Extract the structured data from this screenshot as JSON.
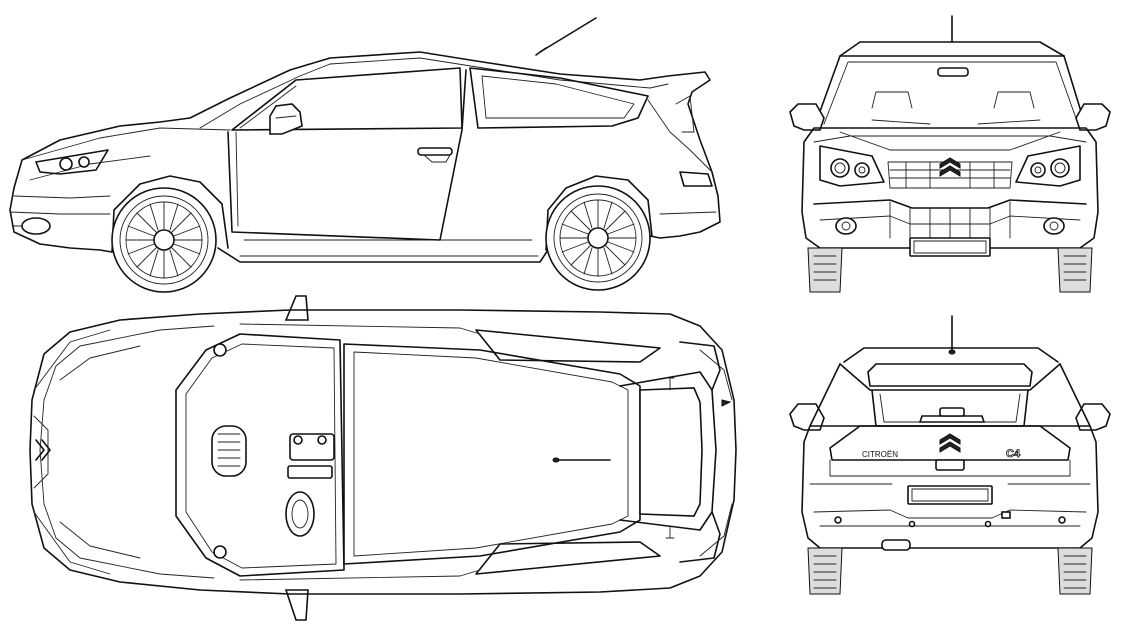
{
  "blueprint": {
    "views": [
      "side",
      "top",
      "front",
      "rear"
    ],
    "rear_badge_left": "CITROËN",
    "rear_badge_right": "C4",
    "colors": {
      "line": "#111111",
      "background": "#ffffff"
    }
  }
}
